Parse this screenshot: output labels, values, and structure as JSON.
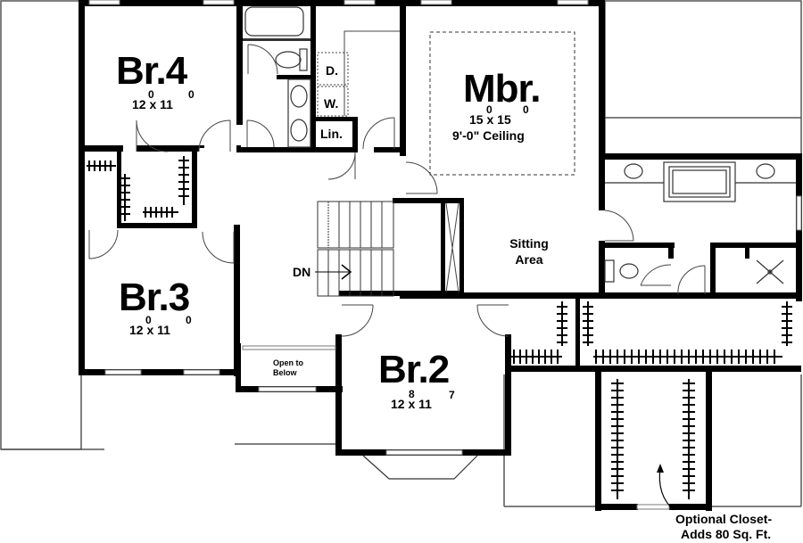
{
  "plan": {
    "type": "second floor plan",
    "rooms": {
      "br4": {
        "label": "Br.4",
        "width": "12",
        "width_in": "0",
        "length": "11",
        "length_in": "0"
      },
      "br3": {
        "label": "Br.3",
        "width": "12",
        "width_in": "0",
        "length": "11",
        "length_in": "0"
      },
      "br2": {
        "label": "Br.2",
        "width": "12",
        "width_in": "8",
        "length": "11",
        "length_in": "7"
      },
      "mbr": {
        "label": "Mbr.",
        "width": "15",
        "width_in": "0",
        "length": "15",
        "length_in": "0",
        "ceiling": "9'-0\" Ceiling"
      },
      "sitting": {
        "line1": "Sitting",
        "line2": "Area"
      },
      "laundry": {
        "dryer": "D.",
        "washer": "W."
      },
      "linen": {
        "label": "Lin."
      },
      "open_below": {
        "line1": "Open to",
        "line2": "Below"
      }
    },
    "dimension_separator": "x",
    "stairs": {
      "label": "DN"
    },
    "note": {
      "line1": "Optional Closet-",
      "line2": "Adds 80 Sq. Ft."
    },
    "colors": {
      "wall": "#000000",
      "fixture": "#333333",
      "window": "#888888",
      "background": "#ffffff"
    }
  }
}
